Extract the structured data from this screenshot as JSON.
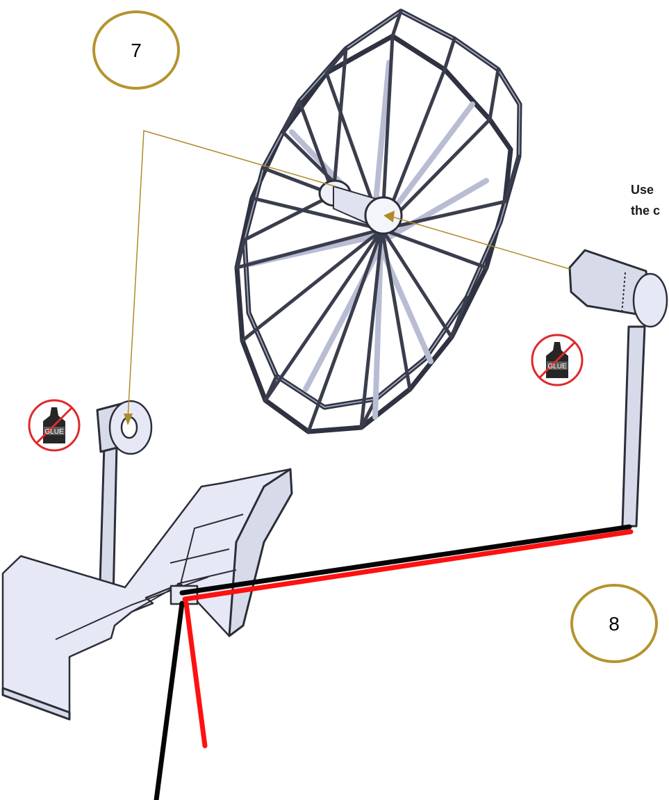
{
  "steps": [
    {
      "number": "7"
    },
    {
      "number": "8"
    }
  ],
  "note": {
    "line1": "Use",
    "line2": "the c"
  },
  "icons": {
    "no_glue_label": "GLUE"
  },
  "colors": {
    "step_circle": "#b5942f",
    "leader_line": "#b08a2a",
    "wire_red": "#ff1010",
    "wire_black": "#050505",
    "no_symbol": "#e0282a"
  }
}
